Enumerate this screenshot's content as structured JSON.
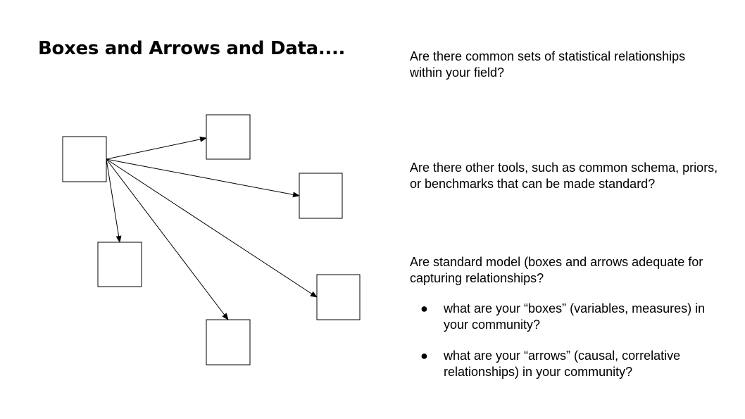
{
  "title": "Boxes and Arrows and Data....",
  "questions": [
    "Are there common sets of statistical relationships within your field?",
    "Are there other tools, such as common schema, priors, or benchmarks that can be made standard?",
    "Are standard model (boxes and arrows adequate for capturing relationships?"
  ],
  "bullets": [
    "what are your “boxes” (variables, measures) in your community?",
    "what are your “arrows” (causal, correlative relationships) in your community?"
  ],
  "diagram": {
    "boxes": [
      {
        "id": "source",
        "label": ""
      },
      {
        "id": "target-1",
        "label": ""
      },
      {
        "id": "target-2",
        "label": ""
      },
      {
        "id": "target-3",
        "label": ""
      },
      {
        "id": "target-4",
        "label": ""
      },
      {
        "id": "target-5",
        "label": ""
      }
    ],
    "arrows": [
      {
        "from": "source",
        "to": "target-1"
      },
      {
        "from": "source",
        "to": "target-2"
      },
      {
        "from": "source",
        "to": "target-3"
      },
      {
        "from": "source",
        "to": "target-4"
      },
      {
        "from": "source",
        "to": "target-5"
      }
    ]
  },
  "colors": {
    "stroke": "#000000",
    "background": "#ffffff"
  }
}
